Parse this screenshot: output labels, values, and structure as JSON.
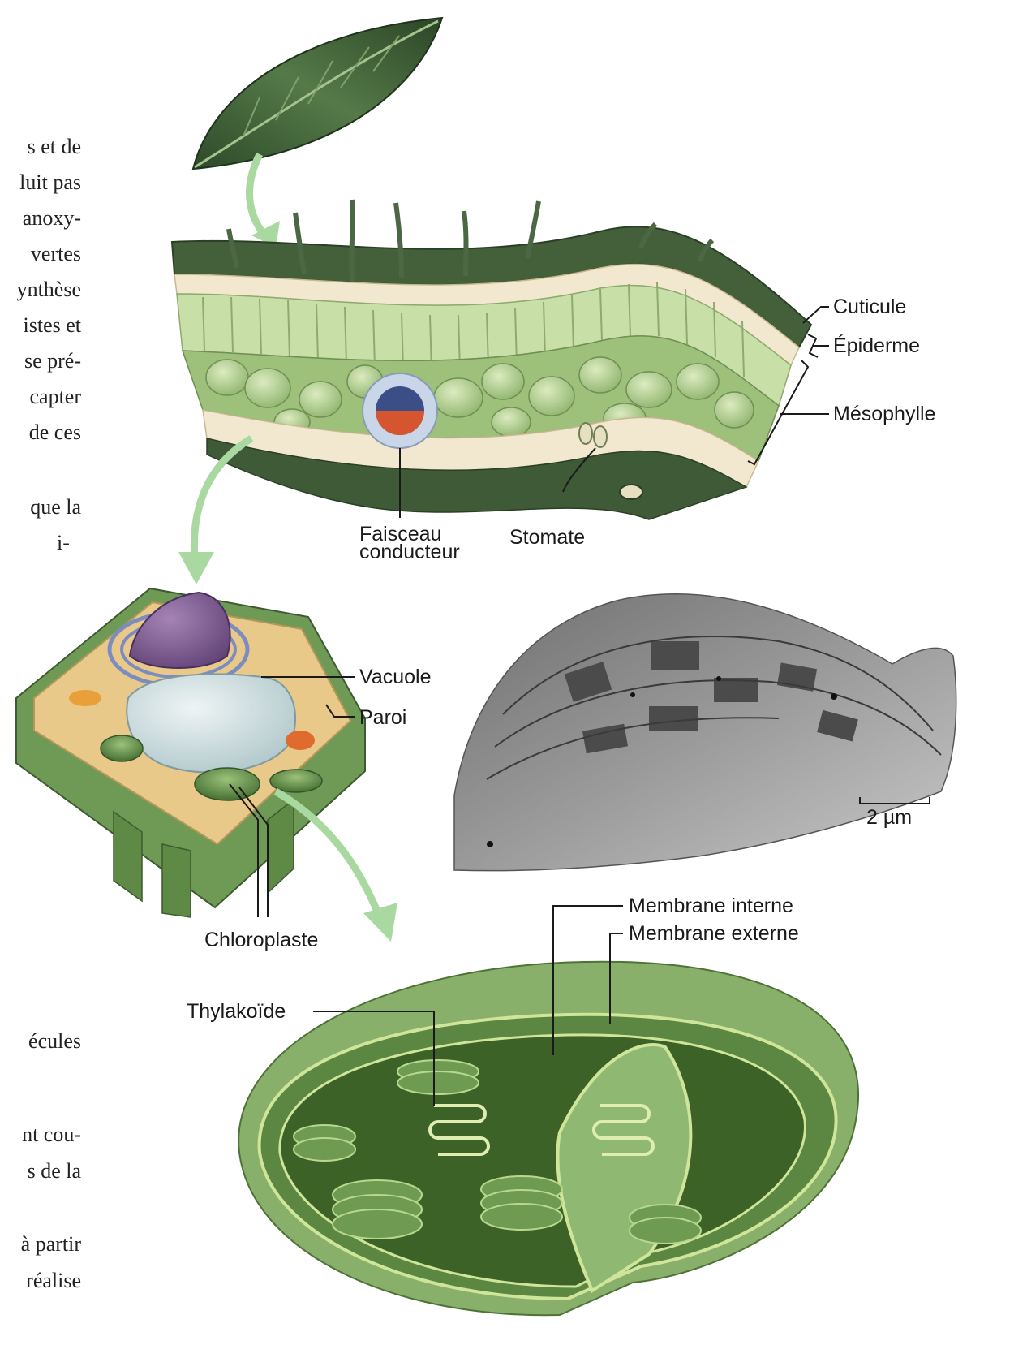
{
  "page_text_fragments": [
    "s et de",
    "luit pas",
    "anoxy-",
    "vertes",
    "ynthèse",
    "istes et",
    "se pré-",
    "capter",
    "de ces",
    "que la",
    "i-",
    "écules",
    "nt cou-",
    "s de la",
    "à partir",
    "réalise"
  ],
  "labels": {
    "cuticule": "Cuticule",
    "epiderme": "Épiderme",
    "mesophylle": "Mésophylle",
    "faisceau_line1": "Faisceau",
    "faisceau_line2": "conducteur",
    "stomate": "Stomate",
    "vacuole": "Vacuole",
    "paroi": "Paroi",
    "chloroplaste": "Chloroplaste",
    "scale_bar": "2 µm",
    "membrane_interne": "Membrane interne",
    "membrane_externe": "Membrane externe",
    "thylakoide": "Thylakoïde"
  },
  "colors": {
    "arrow_green": "#a9d9a0",
    "leaf_dark": "#3e5a36",
    "leaf_cell": "#c9dfa8",
    "epidermis": "#f2e8cf",
    "chloroplast_green": "#5f8a45",
    "micrograph_gray": "#9a9a9a"
  }
}
